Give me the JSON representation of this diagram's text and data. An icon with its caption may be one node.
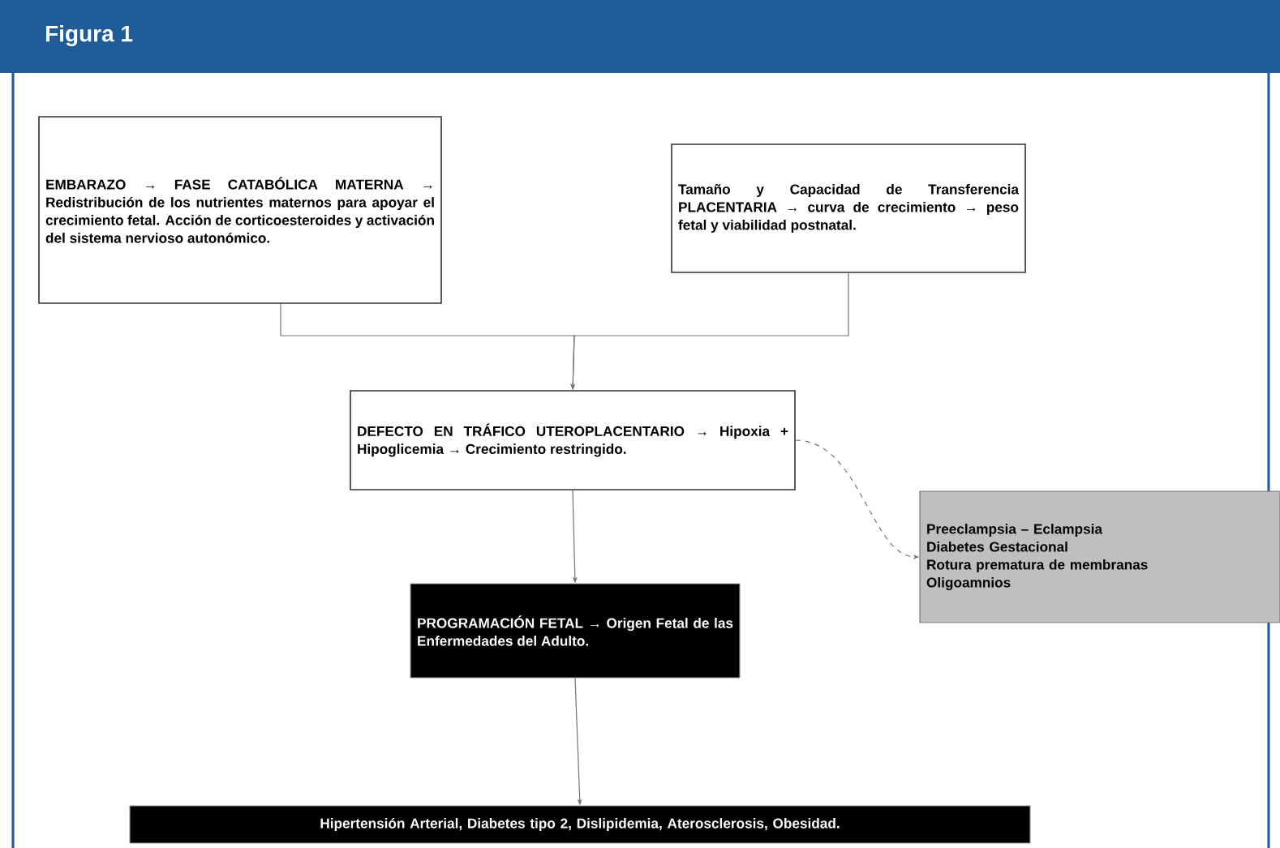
{
  "diagram": {
    "title": "Figura 1",
    "nodes": [
      {
        "text": [
          "EMBARAZO → FASE CATABÓLICA MATERNA → Redistribución de los nutrientes maternos para apoyar el crecimiento fetal. Acción de corticoesteroides y activación del sistema nervioso autonómico."
        ]
      },
      {
        "text": [
          "Tamaño y Capacidad de Transferencia PLACENTARIA → curva de crecimiento → peso fetal y viabilidad postnatal."
        ]
      },
      {
        "text": [
          "DEFECTO EN TRÁFICO UTEROPLACENTARIO → Hipoxia + Hipoglicemia → Crecimiento restringido."
        ]
      },
      {
        "text": [
          "Preeclampsia – Eclampsia",
          "Diabetes Gestacional",
          "Rotura prematura de membranas",
          "Oligoamnios"
        ]
      },
      {
        "text": [
          "PROGRAMACIÓN FETAL → Origen Fetal de las Enfermedades del Adulto."
        ]
      },
      {
        "text": [
          "Hipertensión Arterial, Diabetes tipo 2, Dislipidemia, Aterosclerosis, Obesidad."
        ]
      }
    ],
    "edges": [
      {
        "from": 0,
        "to": 2,
        "arrow": "to"
      },
      {
        "from": 1,
        "to": 2,
        "arrow": "to"
      },
      {
        "from": 2,
        "to": 3,
        "arrow": "to",
        "style": "dashed"
      },
      {
        "from": 2,
        "to": 4,
        "arrow": "to"
      },
      {
        "from": 4,
        "to": 5,
        "arrow": "to"
      }
    ]
  }
}
